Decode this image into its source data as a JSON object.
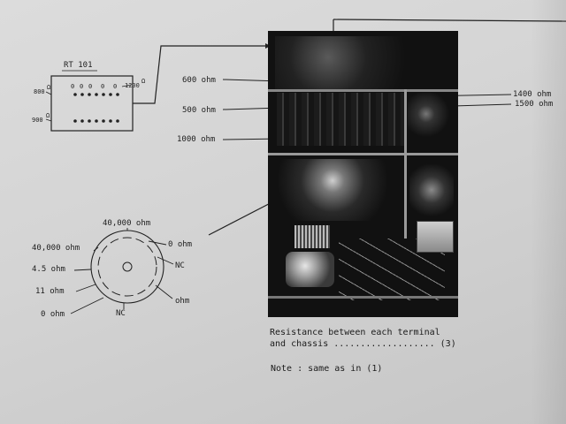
{
  "document": {
    "rt_label": "RT 101",
    "rt_left_top": "800",
    "rt_left_bottom": "900",
    "rt_top_values": [
      "0",
      "0",
      "0",
      "0",
      "0"
    ],
    "rt_right": "1200",
    "ohm_marker": "Ω",
    "resistance_labels": {
      "r600": "600 ohm",
      "r500": "500 ohm",
      "r1000": "1000 ohm",
      "r1400": "1400 ohm",
      "r1500": "1500 ohm"
    },
    "socket": {
      "top": "40,000 ohm",
      "left_top": "40,000 ohm",
      "left_mid": "4.5 ohm",
      "left_low": "11 ohm",
      "left_bottom": "0 ohm",
      "right_top": "0 ohm",
      "right_nc": "NC",
      "right_low": "ohm",
      "bottom_nc": "NC"
    },
    "caption": {
      "line1": "Resistance between each terminal",
      "line2": "and chassis ................... (3)",
      "note": "Note : same as in (1)"
    }
  }
}
